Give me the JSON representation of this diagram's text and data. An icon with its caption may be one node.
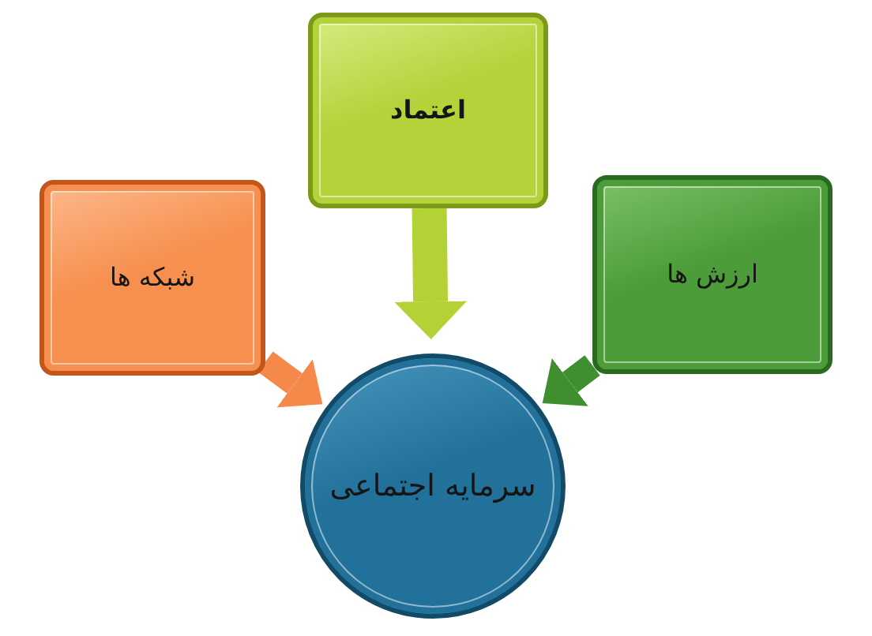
{
  "diagram": {
    "nodes": [
      {
        "text": [
          "اعتماد"
        ]
      },
      {
        "text": [
          "شبکه ها"
        ]
      },
      {
        "text": [
          "ارزش ها"
        ]
      },
      {
        "text": [
          "سرمایه اجتماعی"
        ]
      }
    ],
    "edges": [
      {
        "from": 0,
        "to": 3,
        "arrow": "to",
        "color": "#b3d236"
      },
      {
        "from": 1,
        "to": 3,
        "arrow": "to",
        "color": "#f5894a"
      },
      {
        "from": 2,
        "to": 3,
        "arrow": "to",
        "color": "#3f8f2f"
      }
    ]
  }
}
